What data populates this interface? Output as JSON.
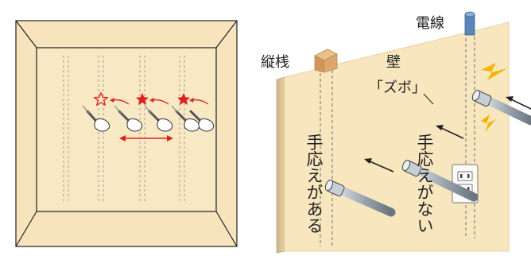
{
  "labels": {
    "stud": "縦桟",
    "wire": "電線",
    "wall": "壁",
    "sound": "「ズボ」",
    "response_yes": "手応えがある",
    "response_no": "手応えがない"
  },
  "colors": {
    "wall": "#f8e6bf",
    "wall_edge": "#d9c08e",
    "frame_line": "#222222",
    "red": "#e0201c",
    "wire": "#5a86b8",
    "spark": "#f4b400",
    "stud": "#d8a36a",
    "tool_metal": "#9aa3ad"
  },
  "icons": {
    "outline_star": "star-outline-icon",
    "filled_star": "star-filled-icon",
    "spark": "spark-icon",
    "outlet": "outlet-icon"
  }
}
